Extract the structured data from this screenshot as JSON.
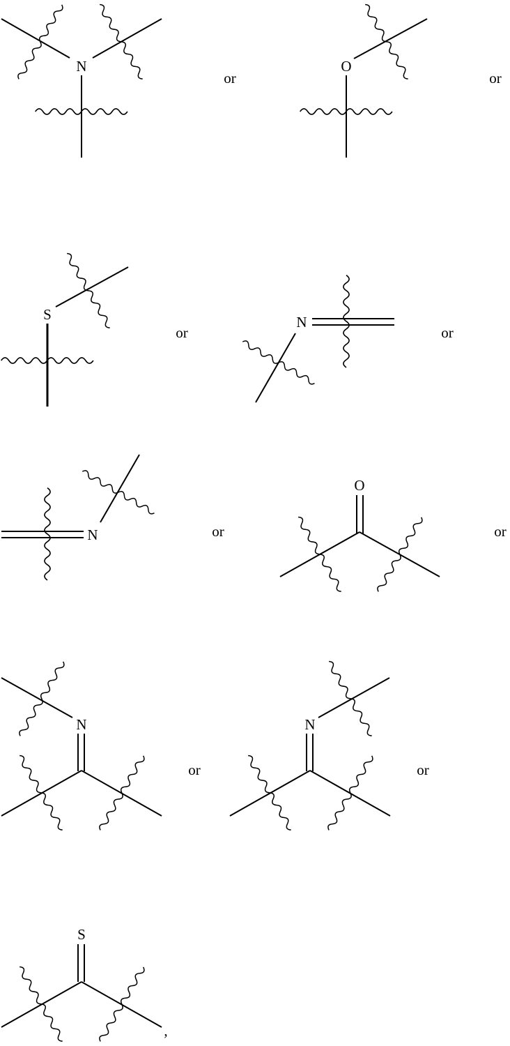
{
  "figure": {
    "separator_label": "or",
    "trailing_punctuation": ",",
    "structures": [
      {
        "id": "amine",
        "description": "Tertiary amine N with three wavy-bond attachment points",
        "atoms": [
          "N"
        ]
      },
      {
        "id": "ether",
        "description": "Ether O with two wavy-bond attachment points",
        "atoms": [
          "O"
        ]
      },
      {
        "id": "thioether",
        "description": "Thioether S with two wavy-bond attachment points",
        "atoms": [
          "S"
        ]
      },
      {
        "id": "imine-n-first",
        "description": "Imine N=C with wavy attachment points",
        "atoms": [
          "N"
        ]
      },
      {
        "id": "imine-c-first",
        "description": "Imine C=N with wavy attachment points",
        "atoms": [
          "N"
        ]
      },
      {
        "id": "ketone",
        "description": "Carbonyl C=O with two wavy attachment points",
        "atoms": [
          "O"
        ]
      },
      {
        "id": "ketimine-left",
        "description": "Ketimine C=N with N substituent to the left",
        "atoms": [
          "N"
        ]
      },
      {
        "id": "ketimine-right",
        "description": "Ketimine C=N with N substituent to the right",
        "atoms": [
          "N"
        ]
      },
      {
        "id": "thioketone",
        "description": "Thiocarbonyl C=S with two wavy attachment points",
        "atoms": [
          "S"
        ]
      }
    ],
    "labels": {
      "s1_atom": "N",
      "s2_atom": "O",
      "s3_atom": "S",
      "s4_atom": "N",
      "s5_atom": "N",
      "s6_atom": "O",
      "s7_atom": "N",
      "s8_atom": "N",
      "s9_atom": "S"
    },
    "or_labels": [
      "or",
      "or",
      "or",
      "or",
      "or",
      "or",
      "or",
      "or"
    ]
  }
}
